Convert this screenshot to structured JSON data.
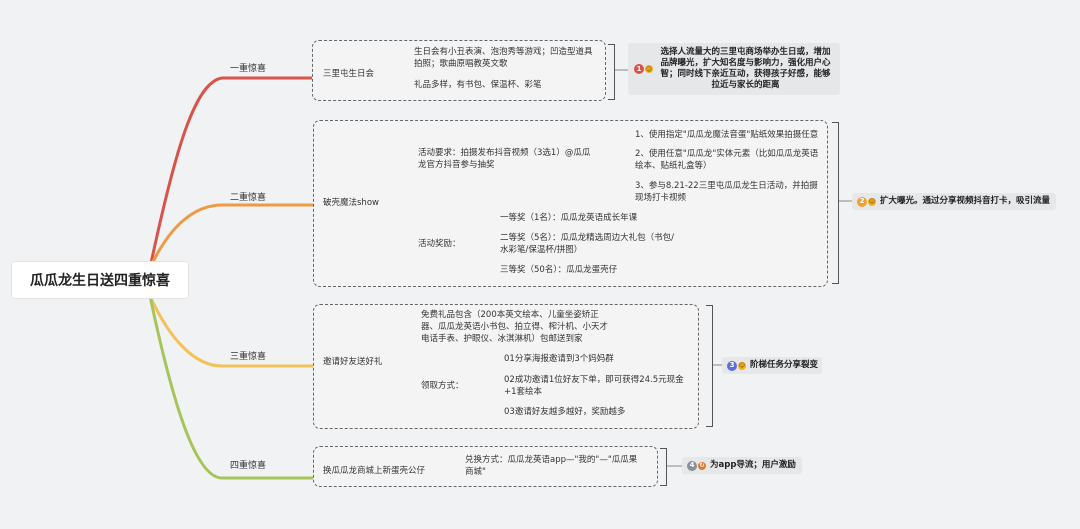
{
  "root": {
    "title": "瓜瓜龙生日送四重惊喜"
  },
  "branches": [
    {
      "label": "一重惊喜",
      "node": "三里屯生日会",
      "leaves": [
        "生日会有小丑表演、泡泡秀等游戏；凹造型道具拍照；歌曲原唱教英文歌",
        "礼品多样，有书包、保温杯、彩笔"
      ],
      "note": {
        "num": "1",
        "text": "选择人流量大的三里屯商场举办生日或，增加品牌曝光，扩大知名度与影响力，强化用户心智；同时线下亲近互动，获得孩子好感，能够拉近与家长的距离"
      }
    },
    {
      "label": "二重惊喜",
      "node": "破壳魔法show",
      "req": "活动要求：拍摄发布抖音视频（3选1）@瓜瓜龙官方抖音参与抽奖",
      "req_items": [
        "1、使用指定\"瓜瓜龙魔法音蛋\"贴纸效果拍摄任意",
        "2、使用任意\"瓜瓜龙\"实体元素（比如瓜瓜龙英语绘本、贴纸礼盒等）",
        "3、参与8.21-22三里屯瓜瓜龙生日活动，并拍摄现场打卡视频"
      ],
      "award": "活动奖励：",
      "award_items": [
        "一等奖（1名）：瓜瓜龙英语成长年课",
        "二等奖（5名）：瓜瓜龙精选周边大礼包（书包/水彩笔/保温杯/拼图）",
        "三等奖（50名）：瓜瓜龙蛋壳仔"
      ],
      "note": {
        "num": "2",
        "text": "扩大曝光。通过分享视频抖音打卡，吸引流量"
      }
    },
    {
      "label": "三重惊喜",
      "node": "邀请好友送好礼",
      "gift": "免费礼品包含（200本英文绘本、儿童坐姿矫正器、瓜瓜龙英语小书包、拍立得、榨汁机、小天才电话手表、护眼仪、冰淇淋机）包邮送到家",
      "method": "领取方式：",
      "method_items": [
        "01分享海报邀请到3个妈妈群",
        "02成功邀请1位好友下单，即可获得24.5元现金+1套绘本",
        "03邀请好友越多越好，奖励越多"
      ],
      "note": {
        "num": "3",
        "text": "阶梯任务分享裂变"
      }
    },
    {
      "label": "四重惊喜",
      "node": "换瓜瓜龙商城上新蛋壳公仔",
      "leaf": "兑换方式：瓜瓜龙英语app—\"我的\"—\"瓜瓜果商城\"",
      "note": {
        "num": "4",
        "text": "为app导流；用户激励"
      }
    }
  ],
  "colors": {
    "b1": "#d9534a",
    "b2": "#ee9a45",
    "b3": "#f3c159",
    "b4": "#a6c45a",
    "badge1": "#d9534a",
    "badge2": "#f0a030",
    "badge3": "#5a6fd8",
    "badge4": "#8a8f99"
  }
}
